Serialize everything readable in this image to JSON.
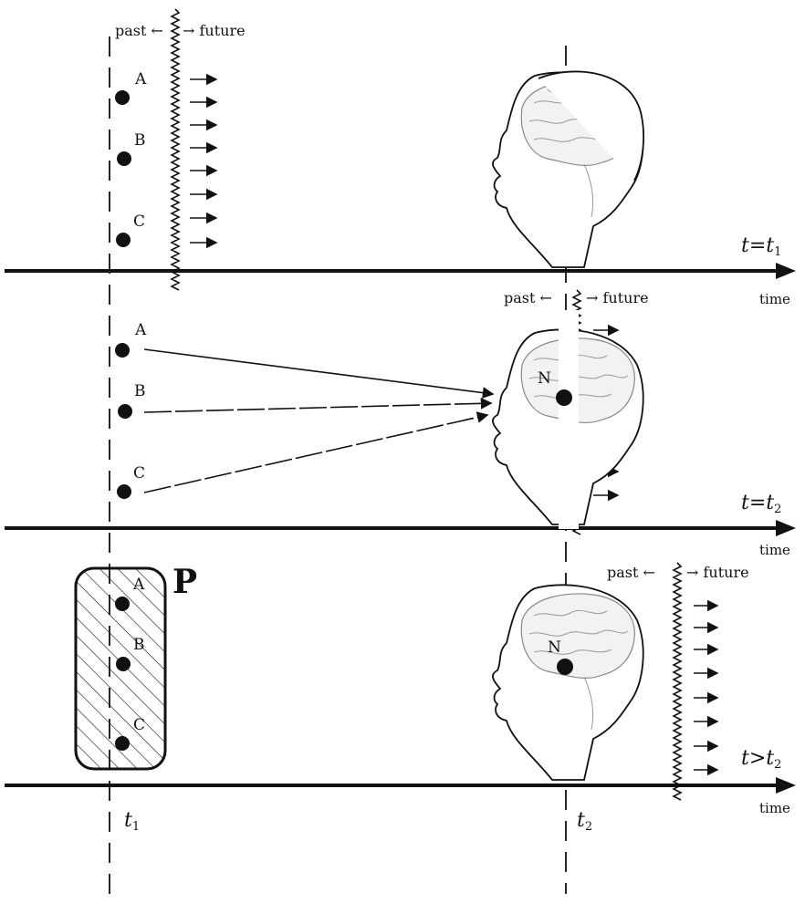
{
  "labels": {
    "past": "past",
    "future": "future",
    "time": "time",
    "events": [
      "A",
      "B",
      "C"
    ],
    "now_point": "N",
    "memory_box": "P",
    "t1_label": "t",
    "t1_sub": "1",
    "t2_label": "t",
    "t2_sub": "2"
  },
  "panels": [
    {
      "id": "top",
      "eq_left": "t",
      "eq_rel": "=",
      "eq_right": "t",
      "eq_sub": "1",
      "show_N": false,
      "show_sight_lines": false,
      "show_memory_box": false
    },
    {
      "id": "middle",
      "eq_left": "t",
      "eq_rel": "=",
      "eq_right": "t",
      "eq_sub": "2",
      "show_N": true,
      "show_sight_lines": true,
      "show_memory_box": false
    },
    {
      "id": "bottom",
      "eq_left": "t",
      "eq_rel": ">",
      "eq_right": "t",
      "eq_sub": "2",
      "show_N": true,
      "show_sight_lines": false,
      "show_memory_box": true
    }
  ],
  "colors": {
    "ink": "#111111",
    "paper": "#ffffff",
    "brain_fill": "#f2f2f2",
    "brain_stroke": "#888888"
  }
}
